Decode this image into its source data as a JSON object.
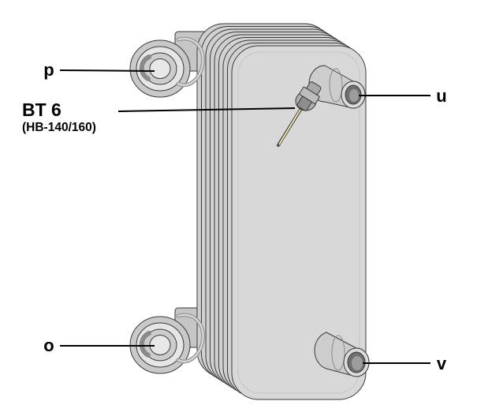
{
  "diagram": {
    "type": "technical-illustration",
    "subject": "plate-heat-exchanger",
    "callouts": {
      "p": "p",
      "u": "u",
      "o": "o",
      "v": "v",
      "bt6": "BT 6",
      "bt6_variant": "(HB-140/160)"
    },
    "colors": {
      "background": "#ffffff",
      "outline": "#3a3a3a",
      "plate_fill": "#cfcfcf",
      "plate_fill_front": "#d8d8d8",
      "flange_fill": "#c9c9c9",
      "flange_inner": "#e6e6e6",
      "flange_ring": "#cdcdcd",
      "bracket_fill": "#c6c6c6",
      "pipe_end_fill": "#dcdcdc",
      "bore_dark": "#6f6f6f",
      "bore_mid": "#9d9d9d",
      "sensor_body": "#8d8d8d",
      "sensor_nut": "#bdbdbd",
      "probe": "#eae1b0",
      "label_color": "#000000",
      "leader_color": "#000000"
    }
  }
}
